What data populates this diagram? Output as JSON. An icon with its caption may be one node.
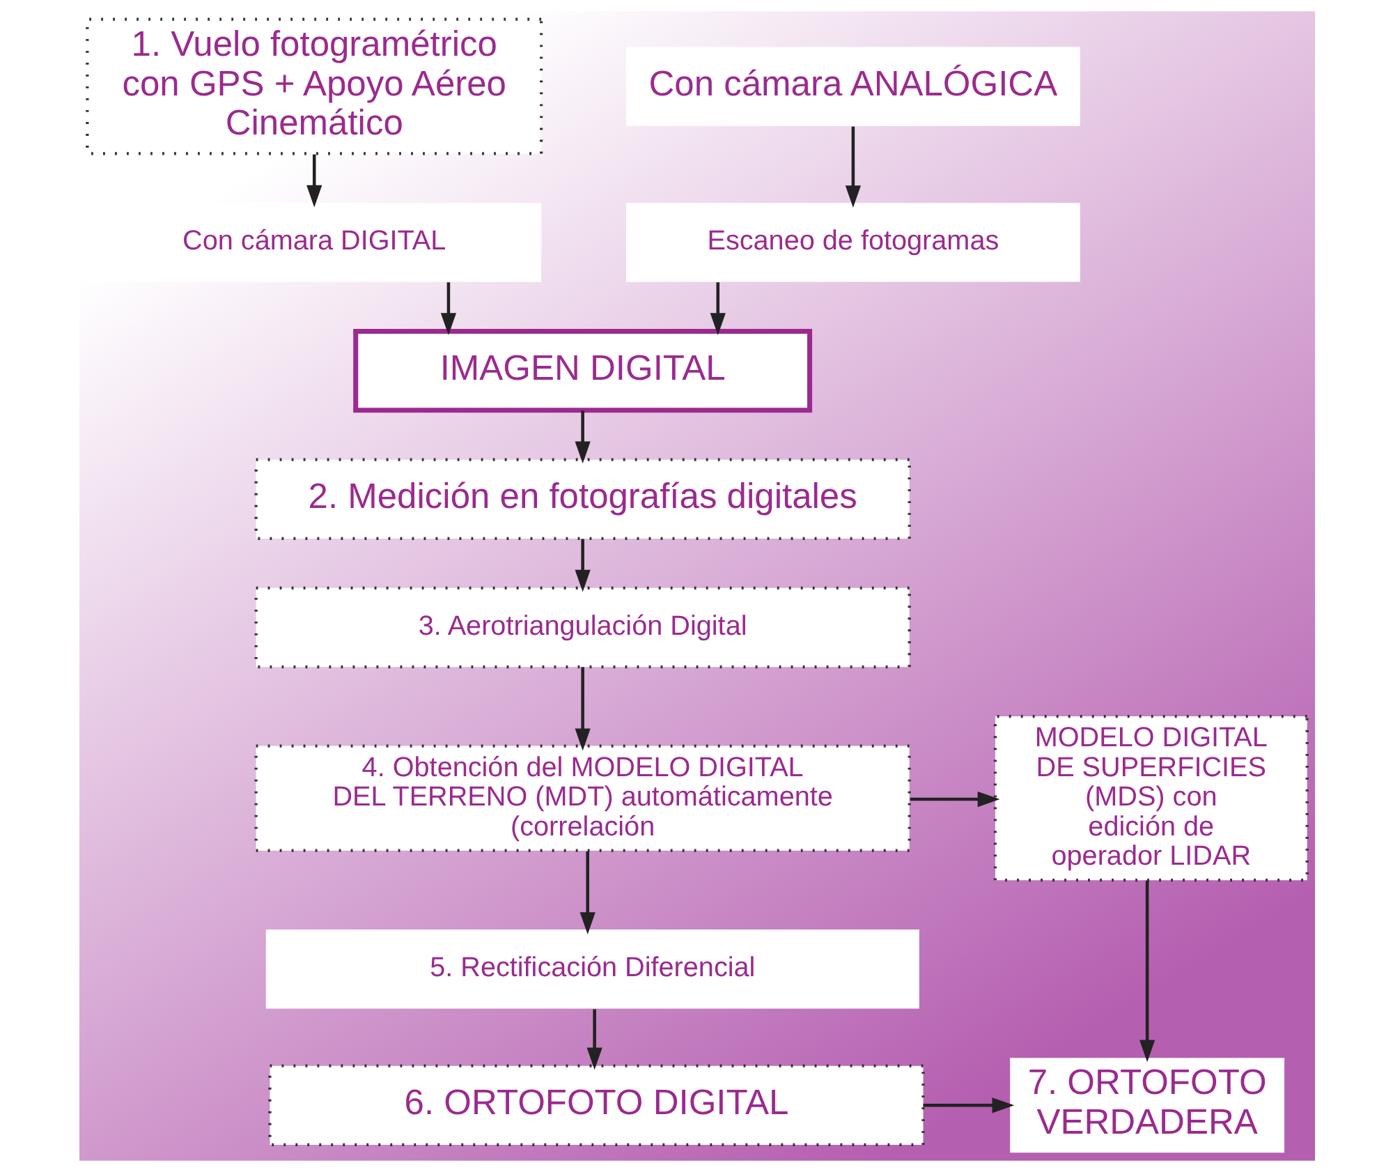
{
  "diagram": {
    "nodes": [
      {
        "text": [
          "1. Vuelo fotogramétrico con GPS + Apoyo Aéreo Cinemático"
        ]
      },
      {
        "text": [
          "Con cámara ANALÓGICA"
        ]
      },
      {
        "text": [
          "Con cámara DIGITAL"
        ]
      },
      {
        "text": [
          "Escaneo de fotogramas"
        ]
      },
      {
        "text": [
          "IMAGEN DIGITAL"
        ]
      },
      {
        "text": [
          "2. Medición en fotografías digitales"
        ]
      },
      {
        "text": [
          "3. Aerotriangulación Digital"
        ]
      },
      {
        "text": [
          "4. Obtención del MODELO DIGITAL DEL TERRENO (MDT) automáticamente (correlación"
        ]
      },
      {
        "text": [
          "MODELO DIGITAL DE SUPERFICIES (MDS) con edición de operador LIDAR"
        ]
      },
      {
        "text": [
          "5. Rectificación Diferencial"
        ]
      },
      {
        "text": [
          "6. ORTOFOTO DIGITAL"
        ]
      },
      {
        "text": [
          "7. ORTOFOTO VERDADERA"
        ]
      }
    ],
    "edges": [
      {
        "from": 0,
        "to": 2,
        "arrow": "to"
      },
      {
        "from": 1,
        "to": 3,
        "arrow": "to"
      },
      {
        "from": 2,
        "to": 4,
        "arrow": "to"
      },
      {
        "from": 3,
        "to": 4,
        "arrow": "to"
      },
      {
        "from": 4,
        "to": 5,
        "arrow": "to"
      },
      {
        "from": 5,
        "to": 6,
        "arrow": "to"
      },
      {
        "from": 6,
        "to": 7,
        "arrow": "to"
      },
      {
        "from": 7,
        "to": 8,
        "arrow": "to"
      },
      {
        "from": 7,
        "to": 9,
        "arrow": "to"
      },
      {
        "from": 9,
        "to": 10,
        "arrow": "to"
      },
      {
        "from": 10,
        "to": 11,
        "arrow": "to"
      },
      {
        "from": 8,
        "to": 11,
        "arrow": "to"
      }
    ]
  }
}
